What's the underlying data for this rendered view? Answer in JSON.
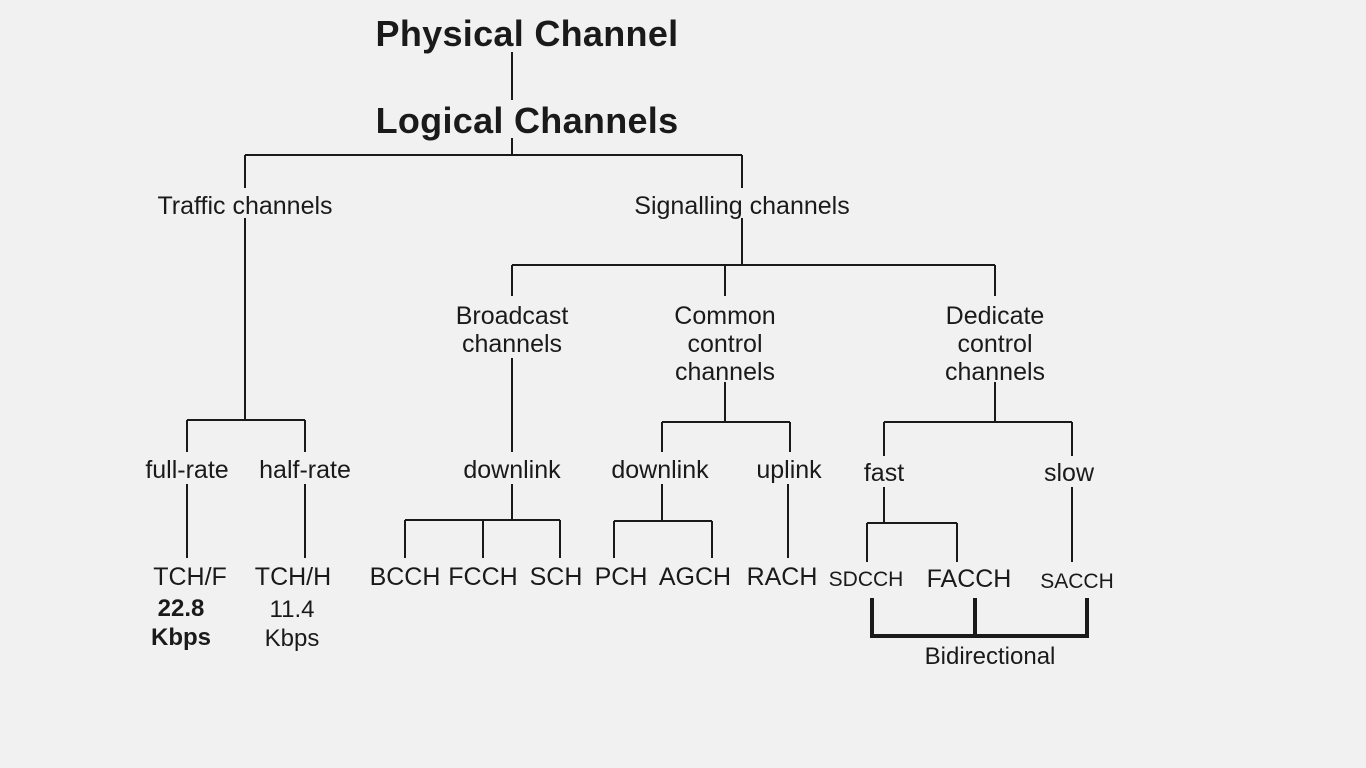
{
  "diagram": {
    "title": "Physical Channel",
    "subtitle": "Logical Channels",
    "background_color": "#f1f1f1",
    "line_color": "#1a1a1a",
    "text_color": "#1a1a1a",
    "nodes": {
      "physical_channel": "Physical Channel",
      "logical_channels": "Logical Channels",
      "traffic_channels": "Traffic channels",
      "signalling_channels": "Signalling channels",
      "broadcast_channels": "Broadcast\nchannels",
      "common_control_channels": "Common\ncontrol\nchannels",
      "dedicate_control_channels": "Dedicate\ncontrol\nchannels",
      "full_rate": "full-rate",
      "half_rate": "half-rate",
      "broadcast_downlink": "downlink",
      "common_downlink": "downlink",
      "common_uplink": "uplink",
      "fast": "fast",
      "slow": "slow",
      "tch_f": "TCH/F",
      "tch_f_rate": "22.8\nKbps",
      "tch_h": "TCH/H",
      "tch_h_rate": "11.4\nKbps",
      "bcch": "BCCH",
      "fcch": "FCCH",
      "sch": "SCH",
      "pch": "PCH",
      "agch": "AGCH",
      "rach": "RACH",
      "sdcch": "SDCCH",
      "facch": "FACCH",
      "sacch": "SACCH",
      "bidirectional": "Bidirectional"
    }
  }
}
